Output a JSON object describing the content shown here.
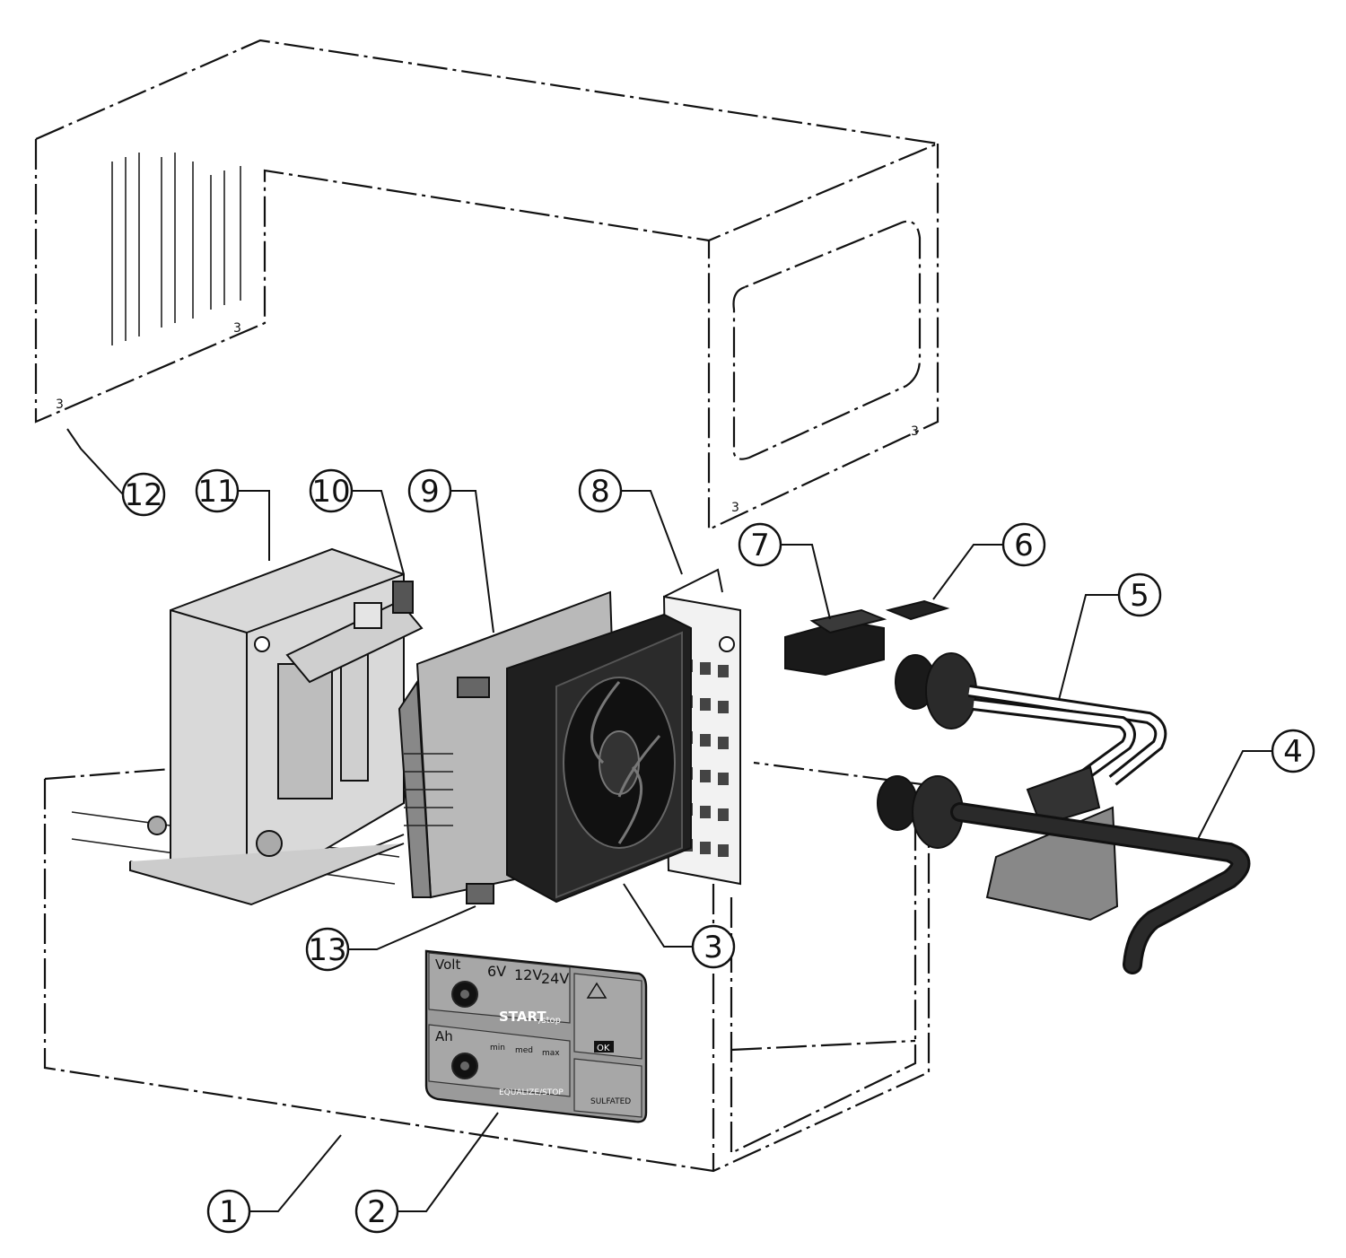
{
  "callouts": [
    {
      "id": "1",
      "label": "1"
    },
    {
      "id": "2",
      "label": "2"
    },
    {
      "id": "3",
      "label": "3"
    },
    {
      "id": "4",
      "label": "4"
    },
    {
      "id": "5",
      "label": "5"
    },
    {
      "id": "6",
      "label": "6"
    },
    {
      "id": "7",
      "label": "7"
    },
    {
      "id": "8",
      "label": "8"
    },
    {
      "id": "9",
      "label": "9"
    },
    {
      "id": "10",
      "label": "10"
    },
    {
      "id": "11",
      "label": "11"
    },
    {
      "id": "12",
      "label": "12"
    },
    {
      "id": "13",
      "label": "13"
    }
  ],
  "panel": {
    "volt_label": "Volt",
    "v6": "6V",
    "v12": "12V",
    "v24": "24V",
    "start_label": "START",
    "start_sub": "/stop",
    "ah_label": "Ah",
    "ah_min": "min",
    "ah_med": "med",
    "ah_max": "max",
    "equalize_label": "EQUALIZE/STOP",
    "ok_label": "OK",
    "sulfated_label": "SULFATED"
  },
  "colors": {
    "line": "#111111",
    "fan": "#1f1f1f",
    "panel_bg": "#9a9a9a",
    "transformer": "#d9d9d9"
  }
}
